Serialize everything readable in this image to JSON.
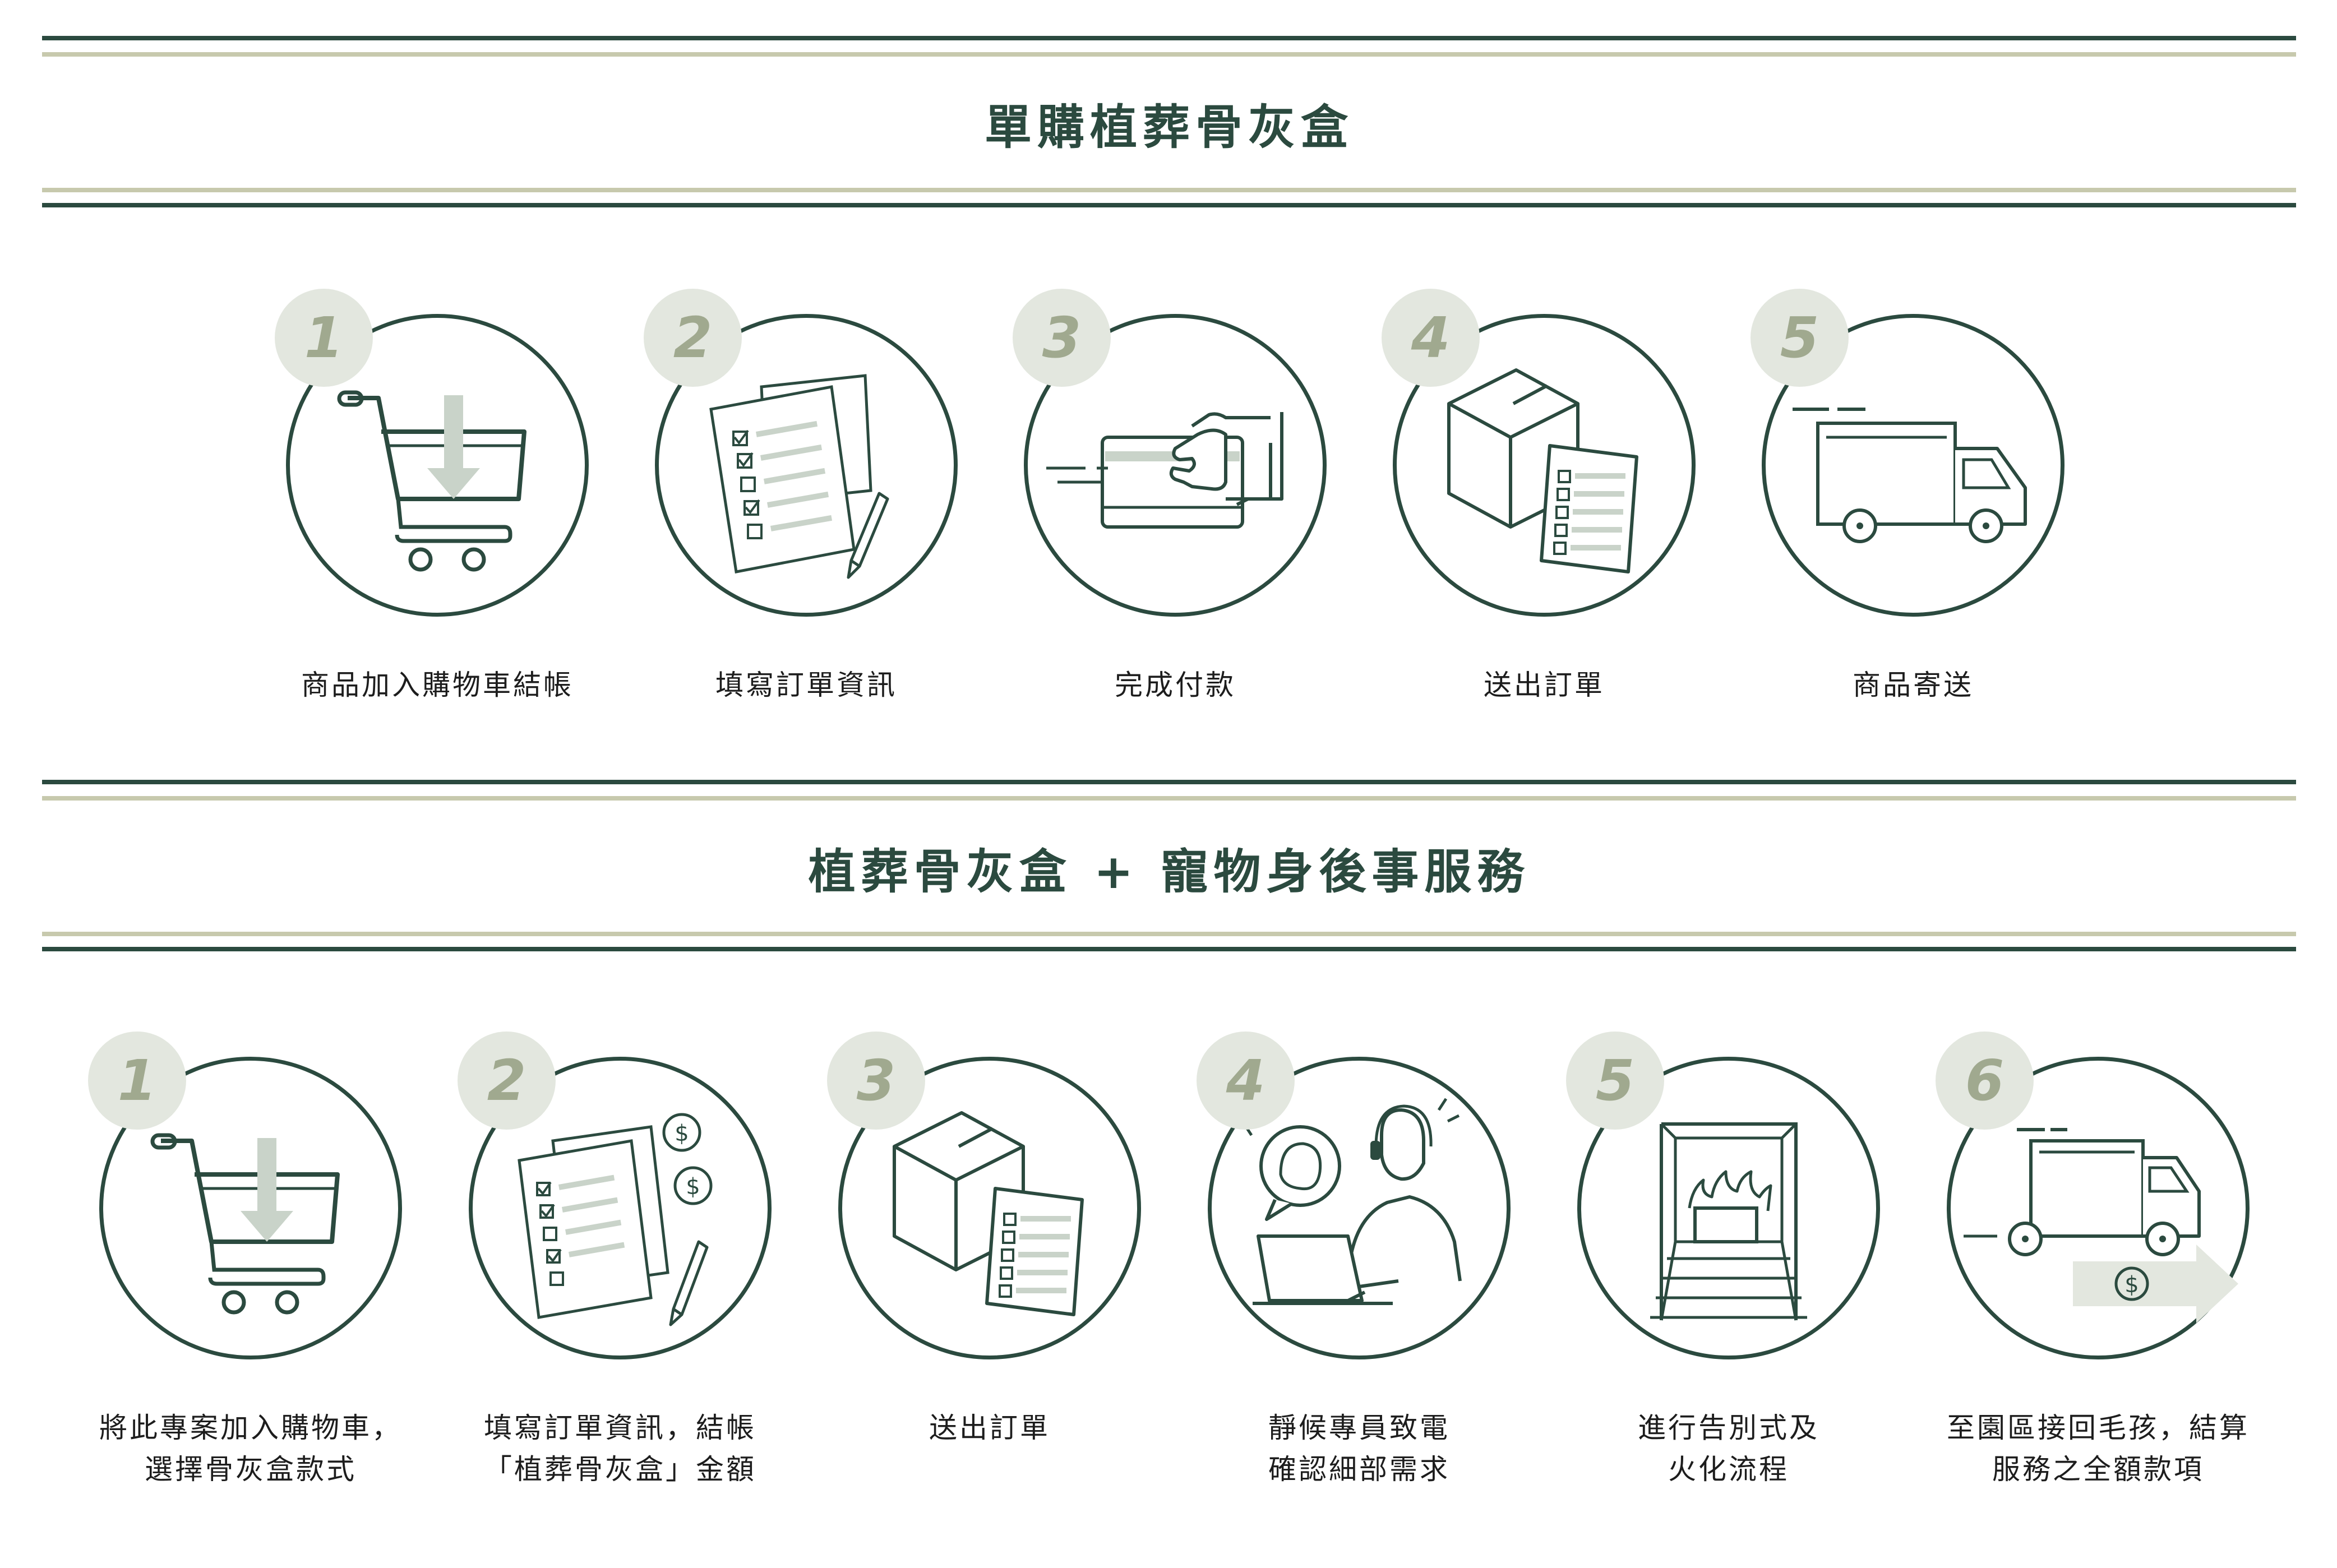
{
  "section1": {
    "title": "單購植葬骨灰盒",
    "steps": [
      {
        "number": "1",
        "icon": "shopping-cart-icon",
        "label": "商品加入購物車結帳"
      },
      {
        "number": "2",
        "icon": "order-form-icon",
        "label": "填寫訂單資訊"
      },
      {
        "number": "3",
        "icon": "card-payment-icon",
        "label": "完成付款"
      },
      {
        "number": "4",
        "icon": "box-order-icon",
        "label": "送出訂單"
      },
      {
        "number": "5",
        "icon": "delivery-truck-icon",
        "label": "商品寄送"
      }
    ]
  },
  "section2": {
    "title": "植葬骨灰盒 + 寵物身後事服務",
    "steps": [
      {
        "number": "1",
        "icon": "shopping-cart-icon",
        "label_line1": "將此專案加入購物車，",
        "label_line2": "選擇骨灰盒款式"
      },
      {
        "number": "2",
        "icon": "order-form-money-icon",
        "label_line1": "填寫訂單資訊，結帳",
        "label_line2": "「植葬骨灰盒」金額"
      },
      {
        "number": "3",
        "icon": "box-order-icon",
        "label_line1": "送出訂單",
        "label_line2": ""
      },
      {
        "number": "4",
        "icon": "customer-service-icon",
        "label_line1": "靜候專員致電",
        "label_line2": "確認細部需求"
      },
      {
        "number": "5",
        "icon": "cremation-icon",
        "label_line1": "進行告別式及",
        "label_line2": "火化流程"
      },
      {
        "number": "6",
        "icon": "truck-payment-icon",
        "label_line1": "至園區接回毛孩，結算",
        "label_line2": "服務之全額款項"
      }
    ]
  },
  "colors": {
    "primary": "#2b4a3f",
    "accent_light": "#c7c9ad",
    "badge_bg": "#e3e7df",
    "badge_text": "#a0a98f"
  }
}
